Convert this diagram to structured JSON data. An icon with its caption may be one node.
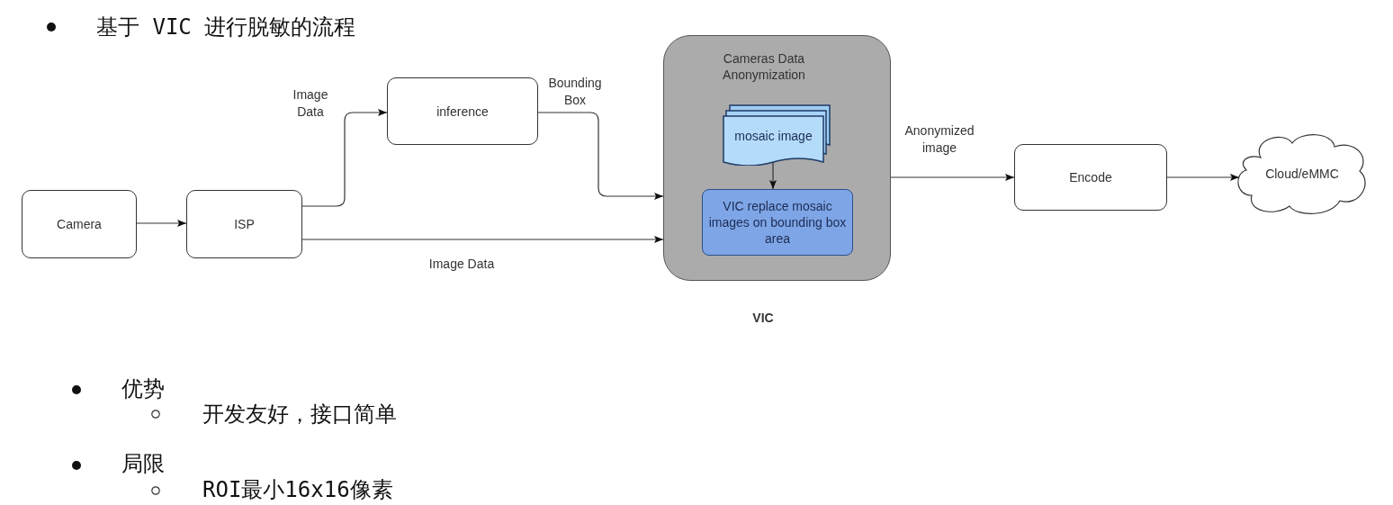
{
  "diagram": {
    "title": "基于 VIC 进行脱敏的流程",
    "nodes": [
      {
        "text": [
          "Camera"
        ]
      },
      {
        "text": [
          "ISP"
        ]
      },
      {
        "text": [
          "inference"
        ]
      },
      {
        "text": [
          "Cameras Data Anonymization"
        ],
        "beside": [
          "VIC"
        ]
      },
      {
        "text": [
          "mosaic image"
        ],
        "in": 3
      },
      {
        "text": [
          "VIC replace mosaic images on bounding box area"
        ],
        "in": 3
      },
      {
        "text": [
          "Encode"
        ]
      },
      {
        "text": [
          "Cloud/eMMC"
        ]
      }
    ],
    "edges": [
      {
        "from": 0,
        "to": 1,
        "arrow": "to"
      },
      {
        "from": 1,
        "to": 2,
        "arrow": "to",
        "label": "Image Data"
      },
      {
        "from": 2,
        "to": 3,
        "arrow": "to",
        "label": "Bounding Box"
      },
      {
        "from": 1,
        "to": 3,
        "arrow": "to",
        "label": "Image Data"
      },
      {
        "from": 4,
        "to": 5,
        "arrow": "to"
      },
      {
        "from": 3,
        "to": 6,
        "arrow": "to",
        "label": "Anonymized image"
      },
      {
        "from": 6,
        "to": 7,
        "arrow": "to"
      }
    ],
    "labels": [
      "优势",
      "开发友好，接口简单",
      "局限",
      "ROI最小16x16像素"
    ]
  }
}
